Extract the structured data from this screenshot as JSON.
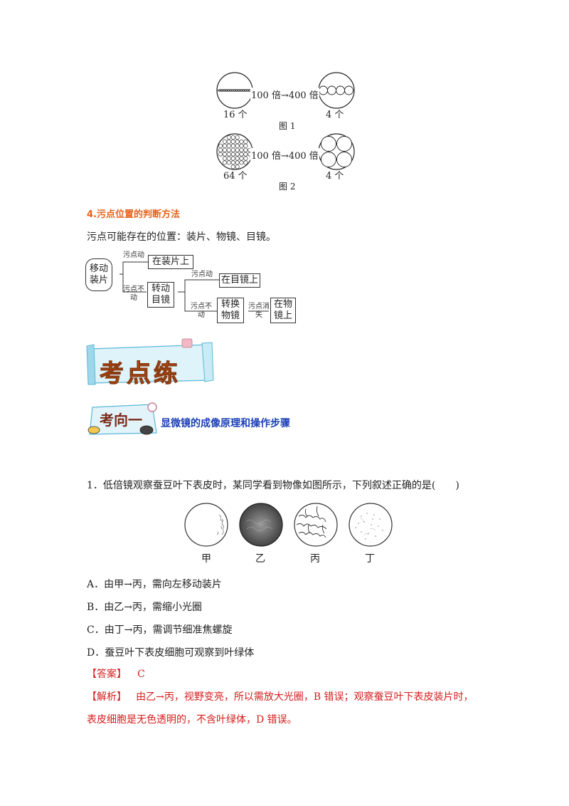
{
  "figure1": {
    "arrow_label": "100 倍→400 倍",
    "left_count": "16 个",
    "right_count": "4 个",
    "caption": "图 1"
  },
  "figure2": {
    "arrow_label": "100 倍→400 倍",
    "left_count": "64 个",
    "right_count": "4 个",
    "caption": "图 2"
  },
  "section4": {
    "heading": "4.污点位置的判断方法",
    "intro": "污点可能存在的位置：装片、物镜、目镜。"
  },
  "flowchart": {
    "start": "移动装片",
    "branch_moves": "污点动",
    "result_slide": "在装片上",
    "branch_not_moves": "污点不动",
    "rotate_eyepiece": "转动目镜",
    "branch_moves_2": "污点动",
    "result_eyepiece": "在目镜上",
    "branch_not_moves_2": "污点不动",
    "switch_objective": "转换物镜",
    "branch_disappear": "污点消失",
    "result_objective": "在物镜上"
  },
  "banner": {
    "title": "考点练"
  },
  "direction": {
    "label": "考向一",
    "title": "显微镜的成像原理和操作步骤"
  },
  "question1": {
    "stem": "1．低倍镜观察蚕豆叶下表皮时，某同学看到物像如图所示，下列叙述正确的是(　　)",
    "image_labels": [
      "甲",
      "乙",
      "丙",
      "丁"
    ],
    "options": [
      "A．由甲→丙，需向左移动装片",
      "B．由乙→丙，需缩小光圈",
      "C．由丁→丙，需调节细准焦螺旋",
      "D．蚕豆叶下表皮细胞可观察到叶绿体"
    ],
    "answer_tag": "【答案】",
    "answer_value": "C",
    "analysis_tag": "【解析】",
    "analysis_line1": "由乙→丙，视野变亮，所以需放大光圈，B 错误；观察蚕豆叶下表皮装片时，",
    "analysis_line2": "表皮细胞是无色透明的，不含叶绿体，D 错误。"
  }
}
